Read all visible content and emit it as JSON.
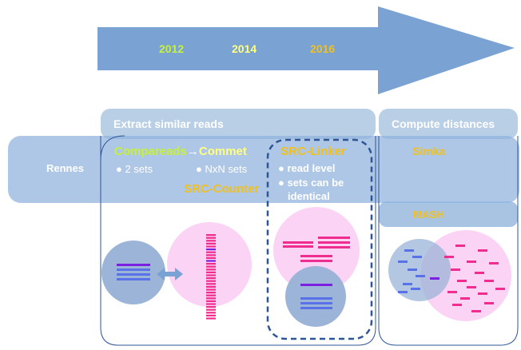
{
  "timeline": {
    "years": [
      {
        "label": "2012",
        "color": "#c6f03c"
      },
      {
        "label": "2014",
        "color": "#ffff80"
      },
      {
        "label": "2016",
        "color": "#f0c020"
      }
    ],
    "arrow_color": "#7aa3d4"
  },
  "headers": {
    "extract": "Extract similar reads",
    "compute": "Compute distances"
  },
  "row": {
    "label": "Rennes"
  },
  "tools": {
    "compareads": "Compareads",
    "arrow": "→",
    "commet": "Commet",
    "src_counter": "SRC-Counter",
    "src_linker": "SRC-Linker",
    "simka": "Simka",
    "mash": "MASH"
  },
  "bullets": {
    "two_sets": "● 2 sets",
    "nxn_sets": "● NxN sets",
    "read_level": "● read level",
    "sets_identical_1": "● sets can be",
    "sets_identical_2": "identical"
  },
  "colors": {
    "tool_yellow": "#f0c020",
    "tool_green": "#c6f03c",
    "header_band": "#b8cfe6",
    "rennes_band": "#a9c4e2",
    "blue_circle": "#9bb4d8",
    "pink_circle": "#fbd3f4",
    "magenta_bars": "#ee2d8f",
    "blue_bars": "#5a72e8",
    "purple_bar": "#7b1fe0",
    "frame_line": "#2e5597"
  }
}
